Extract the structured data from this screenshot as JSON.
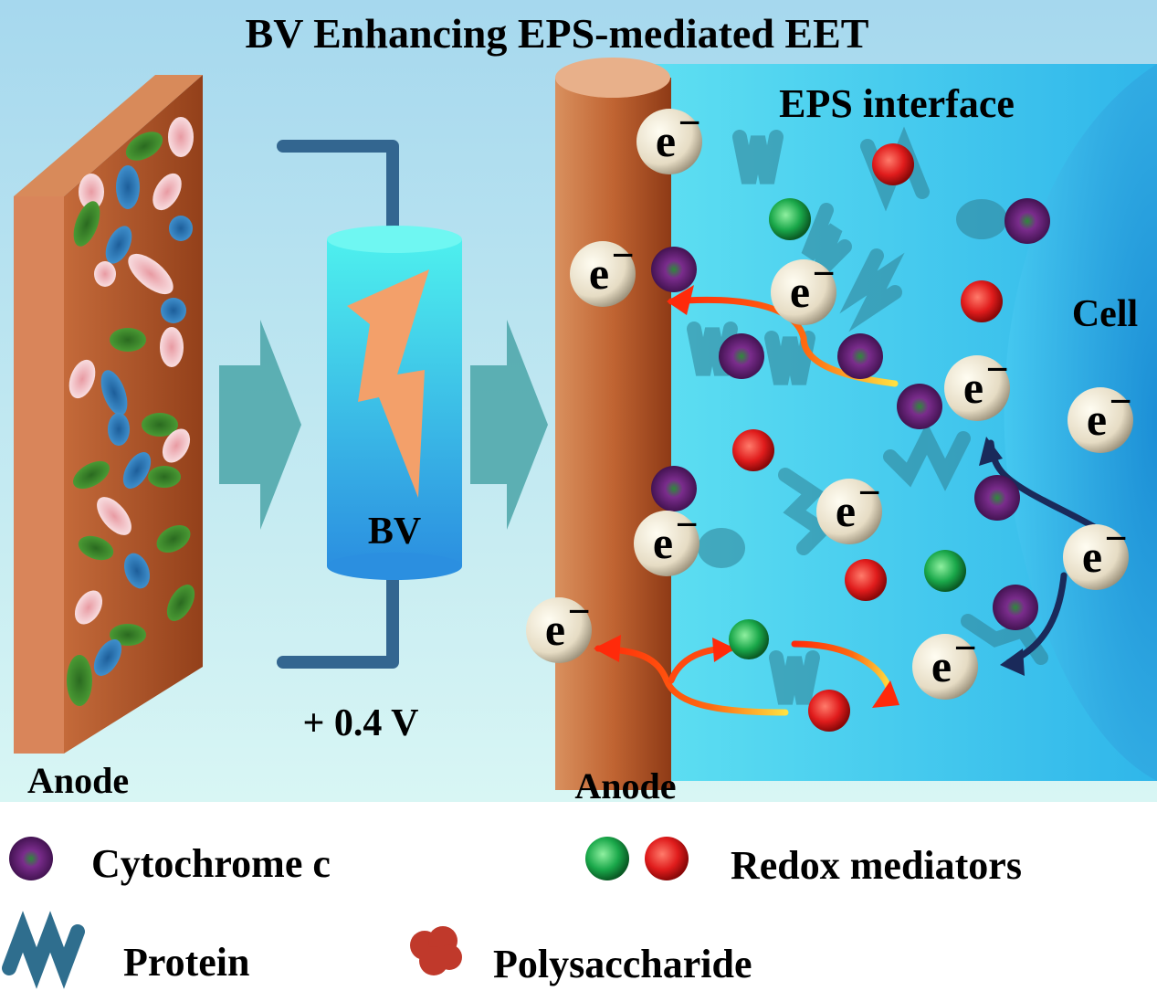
{
  "title": "BV Enhancing EPS-mediated EET",
  "labels": {
    "anode_left": "Anode",
    "anode_right": "Anode",
    "battery": "BV",
    "voltage": "+ 0.4 V",
    "eps_interface": "EPS interface",
    "cell": "Cell",
    "electron": "e",
    "electron_sup": "−"
  },
  "legend": [
    {
      "icon": "cytochrome-sphere-icon",
      "label": "Cytochrome c"
    },
    {
      "icon": "redox-mediator-spheres-icon",
      "label": "Redox mediators"
    },
    {
      "icon": "protein-icon",
      "label": "Protein"
    },
    {
      "icon": "polysaccharide-icon",
      "label": "Polysaccharide"
    }
  ],
  "colors": {
    "cytochrome": "#7a2c8c",
    "redox_green": "#1aa84a",
    "redox_red": "#e01c1c",
    "protein": "#2f6e8e",
    "polysaccharide": "#c0392b",
    "anode": "#b5562a",
    "eps": "#3fcbef"
  }
}
